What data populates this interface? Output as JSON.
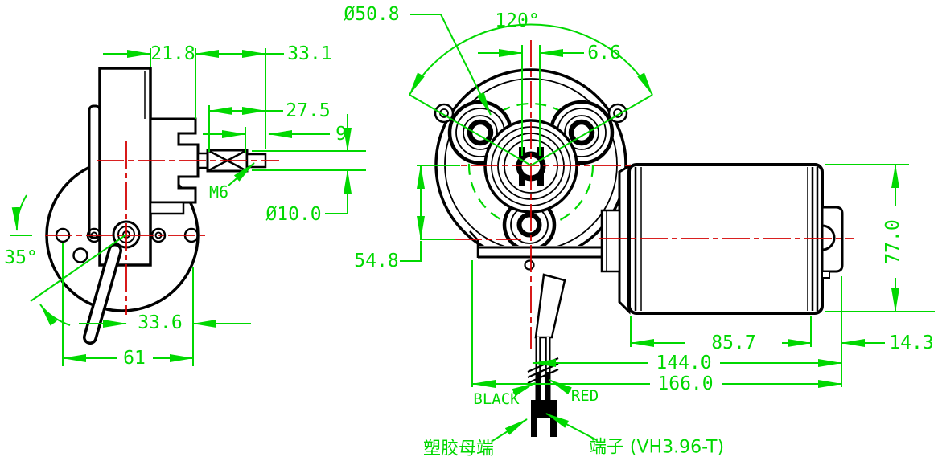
{
  "colors": {
    "dimension_green": "#00d800",
    "centerline_red": "#d40000",
    "outline_black": "#000000",
    "background": "#ffffff"
  },
  "side_view": {
    "gearbox_depth": "21.8",
    "shaft_extension": "33.1",
    "thread_length": "27.5",
    "shaft_tip_length": "9",
    "shaft_thread": "M6",
    "shaft_diameter": "Ø10.0",
    "lever_angle": "35°",
    "hole_to_center": "33.6",
    "hole_spacing": "61"
  },
  "front_view": {
    "bolt_circle_diameter": "Ø50.8",
    "boss_angle": "120°",
    "slot_width": "6.6",
    "axis_to_base": "54.8",
    "motor_diameter": "77.0",
    "motor_length": "85.7",
    "end_cap_length": "14.3",
    "wire_to_cap_length": "144.0",
    "overall_length": "166.0"
  },
  "wiring": {
    "black": "BLACK",
    "red": "RED",
    "female_terminal": "塑胶母端",
    "terminal": "端子 (VH3.96-T)"
  }
}
